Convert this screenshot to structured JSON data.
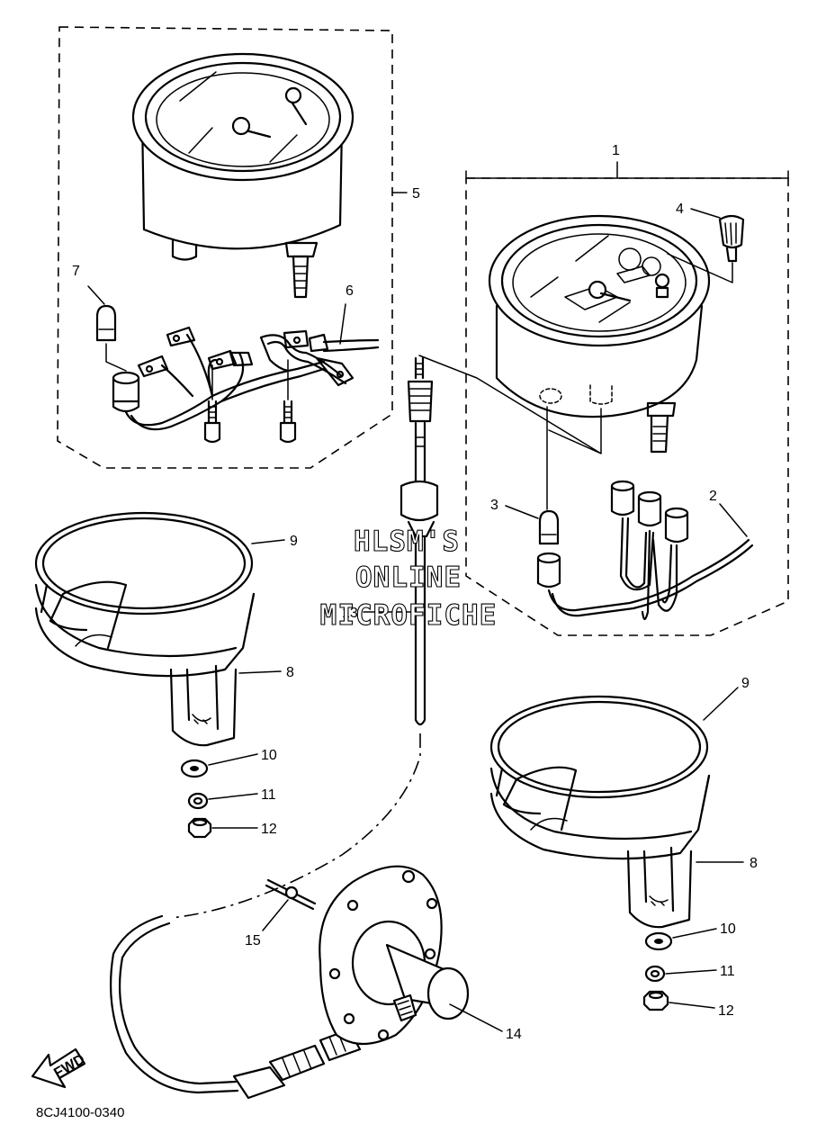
{
  "callouts": {
    "c1": "1",
    "c2": "2",
    "c3": "3",
    "c4": "4",
    "c5": "5",
    "c6": "6",
    "c7": "7",
    "c8a": "8",
    "c8b": "8",
    "c9a": "9",
    "c9b": "9",
    "c10a": "10",
    "c10b": "10",
    "c11a": "11",
    "c11b": "11",
    "c12a": "12",
    "c12b": "12",
    "c13": "13",
    "c14": "14",
    "c15": "15"
  },
  "watermark": {
    "line1": "HLSM'S",
    "line2": "ONLINE",
    "line3": "MICROFICHE"
  },
  "direction_arrow": "FWD",
  "diagram_code": "8CJ4100-0340"
}
